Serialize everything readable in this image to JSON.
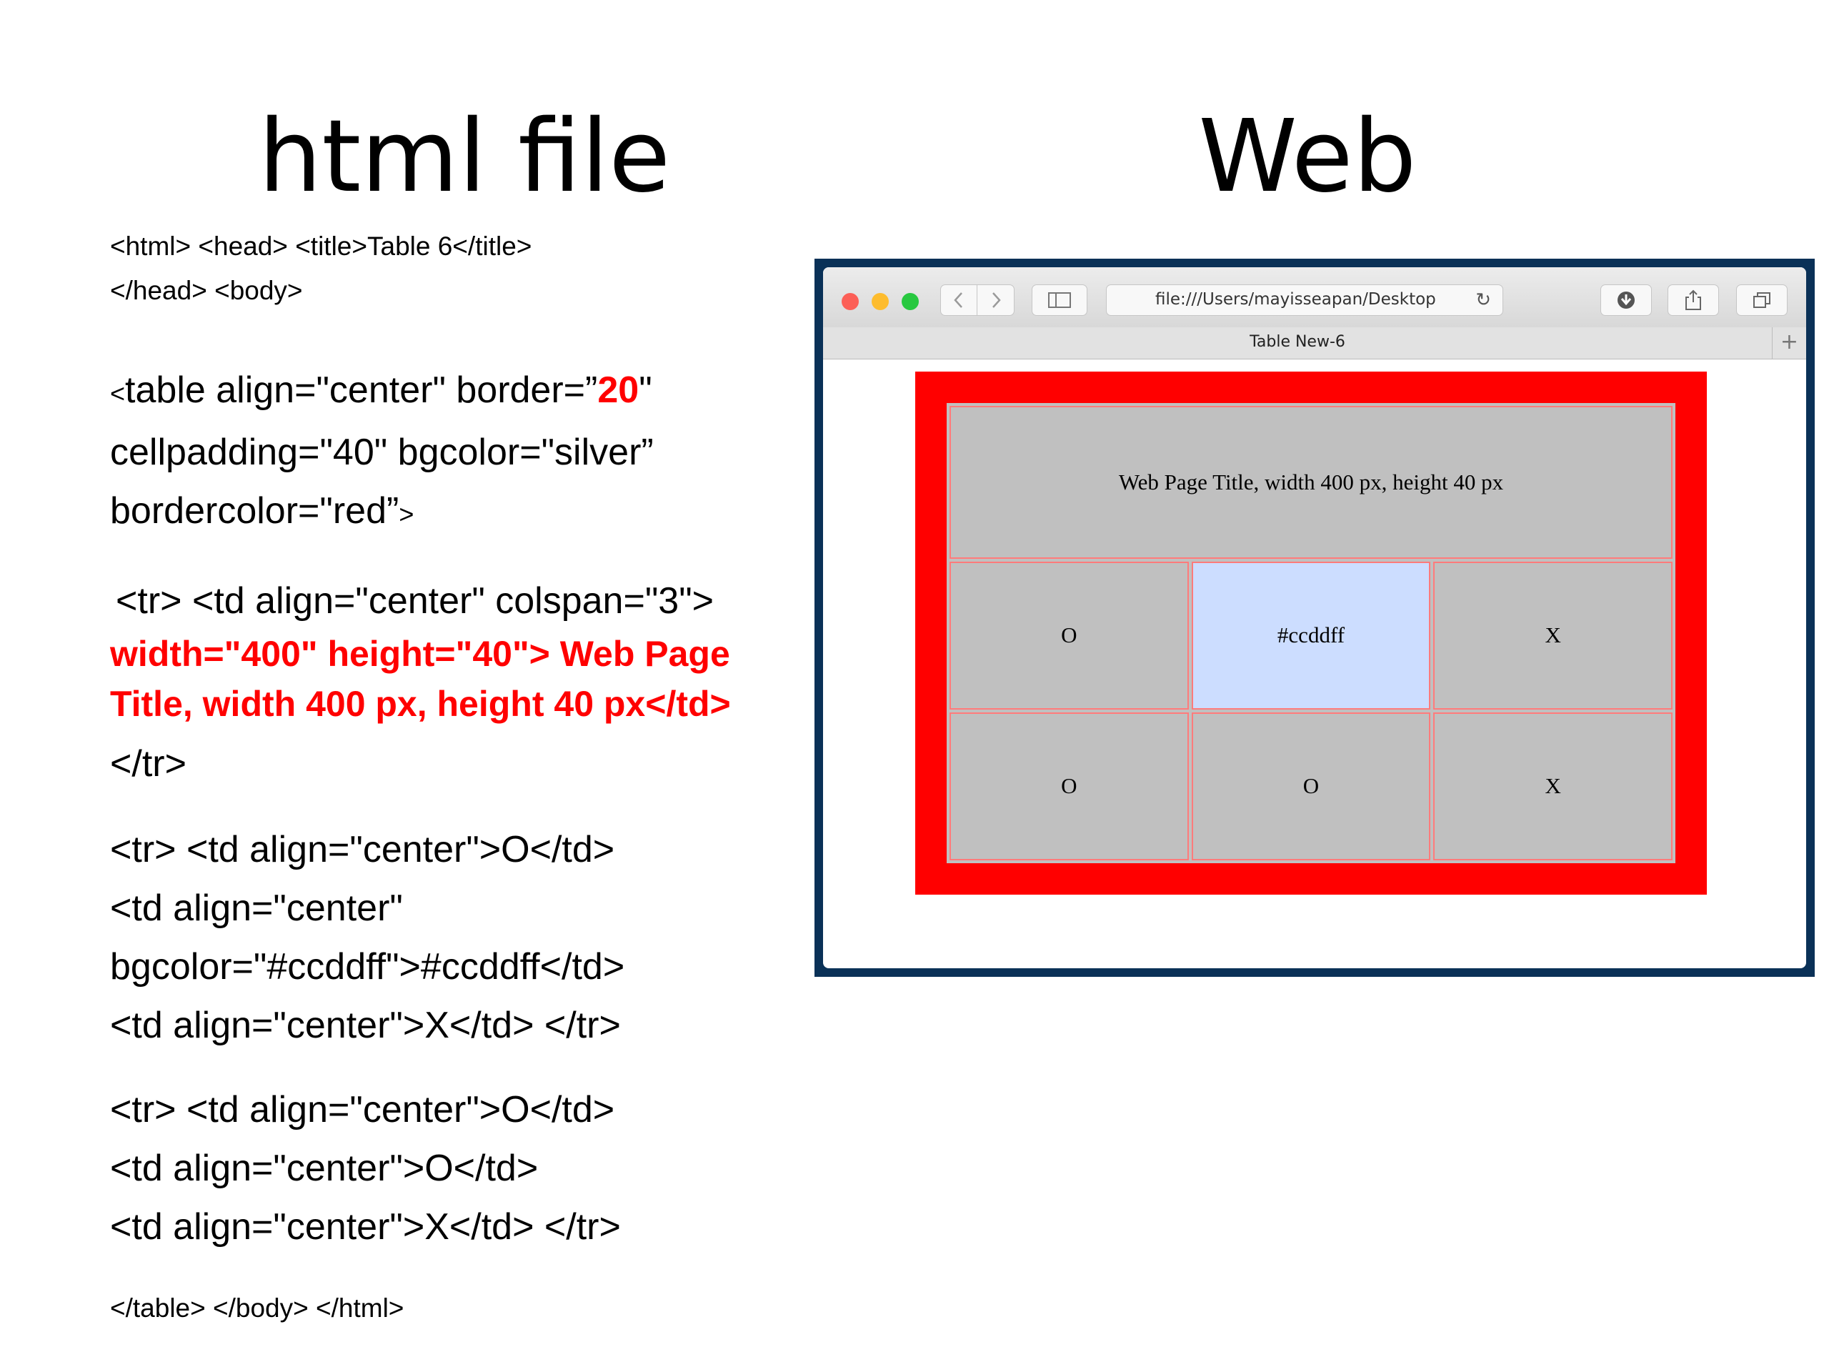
{
  "headings": {
    "left": "html file",
    "right": "Web"
  },
  "code": {
    "line1": "<html>  <head>  <title>Table 6</title>",
    "line2": "</head>  <body>",
    "table_open_lt": "<",
    "table_open_a": "table align=\"center\" border=”",
    "table_open_border": "20",
    "table_open_b": "\"",
    "table_line2": "cellpadding=\"40\" bgcolor=\"silver”",
    "table_line3_a": "bordercolor=\"red”",
    "table_line3_gt": ">",
    "tr1_line1": "<tr> <td align=\"center\" colspan=\"3\">",
    "tr1_red1": "width=\"400\" height=\"40\"> Web Page",
    "tr1_red2": "Title, width 400 px, height 40 px</td>",
    "tr1_close": "</tr>",
    "tr2_line1": "<tr>  <td align=\"center\">O</td>",
    "tr2_line2": "<td align=\"center\"",
    "tr2_line3": "bgcolor=\"#ccddff\">#ccddff</td>",
    "tr2_line4": "<td align=\"center\">X</td> </tr>",
    "tr3_line1": "<tr>  <td align=\"center\">O</td>",
    "tr3_line2": "<td align=\"center\">O</td>",
    "tr3_line3": "<td align=\"center\">X</td> </tr>",
    "closing": "</table> </body> </html>"
  },
  "browser": {
    "address": "file:///Users/mayisseapan/Desktop",
    "tab_title": "Table New-6",
    "icons": {
      "back": "chevron-left-icon",
      "forward": "chevron-right-icon",
      "sidebar": "sidebar-icon",
      "reload": "reload-icon",
      "download": "download-icon",
      "share": "share-icon",
      "tabs": "tabs-icon",
      "new_tab": "plus-icon"
    }
  },
  "rendered_table": {
    "header_cell": "Web Page Title, width 400 px, height 40 px",
    "rows": [
      [
        "O",
        "#ccddff",
        "X"
      ],
      [
        "O",
        "O",
        "X"
      ]
    ],
    "colors": {
      "border": "#ff0000",
      "background": "#c0c0c0",
      "highlight_cell": "#ccddff"
    }
  }
}
